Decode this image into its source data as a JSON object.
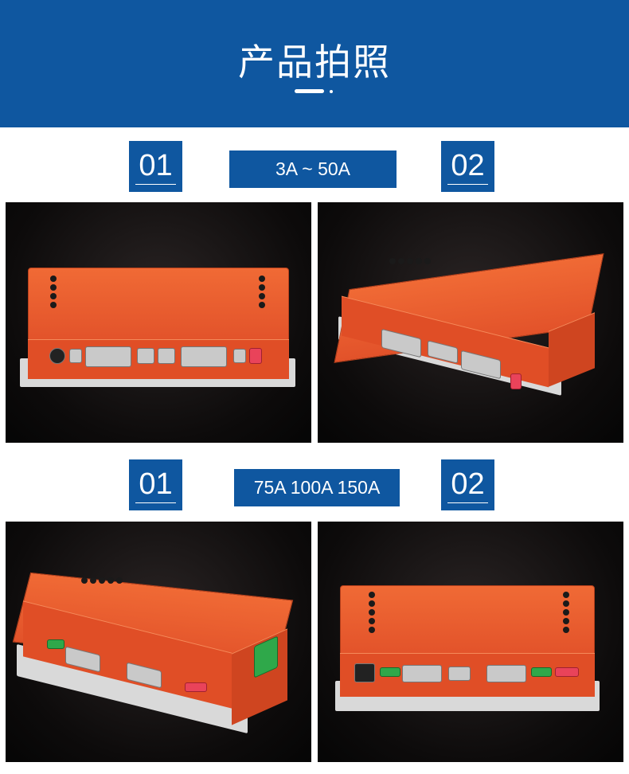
{
  "header": {
    "title": "产品拍照"
  },
  "section1": {
    "left_num": "01",
    "label": "3A ~ 50A",
    "right_num": "02"
  },
  "section2": {
    "left_num": "01",
    "label": "75A 100A 150A",
    "right_num": "02"
  },
  "colors": {
    "brand_blue": "#0f57a0",
    "product_orange": "#e85a2c"
  }
}
